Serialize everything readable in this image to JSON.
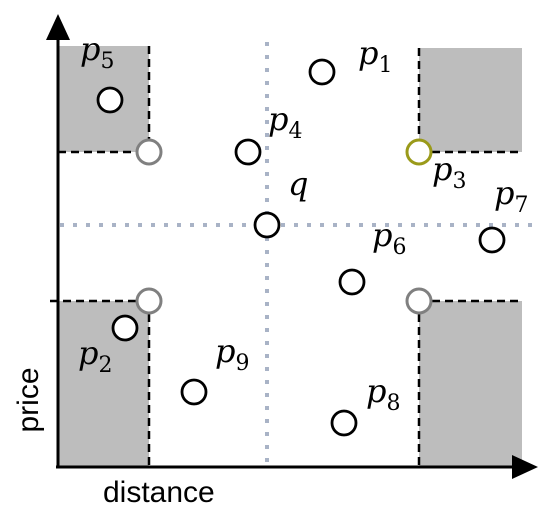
{
  "axes": {
    "x_label": "distance",
    "y_label": "price"
  },
  "colors": {
    "shade": "#bdbdbd",
    "grid_dotted": "#a9b3c6",
    "point_stroke": "#000000",
    "corner_stroke": "#808080",
    "highlight_stroke": "#9a9a1a"
  },
  "points": [
    {
      "id": "p1",
      "base": "p",
      "sub": "1"
    },
    {
      "id": "p2",
      "base": "p",
      "sub": "2"
    },
    {
      "id": "p3",
      "base": "p",
      "sub": "3",
      "highlight": true
    },
    {
      "id": "p4",
      "base": "p",
      "sub": "4"
    },
    {
      "id": "p5",
      "base": "p",
      "sub": "5"
    },
    {
      "id": "p6",
      "base": "p",
      "sub": "6"
    },
    {
      "id": "p7",
      "base": "p",
      "sub": "7"
    },
    {
      "id": "p8",
      "base": "p",
      "sub": "8"
    },
    {
      "id": "p9",
      "base": "p",
      "sub": "9"
    },
    {
      "id": "q",
      "base": "q",
      "sub": ""
    }
  ]
}
